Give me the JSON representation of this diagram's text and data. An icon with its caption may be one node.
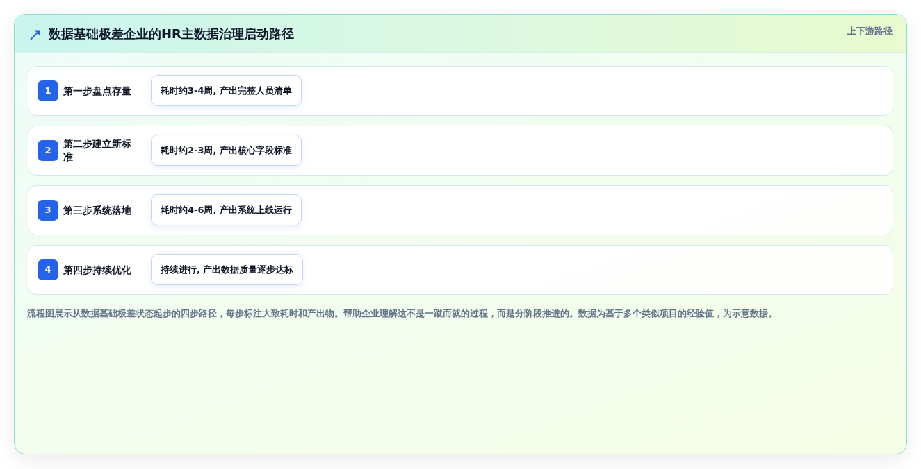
{
  "diagram": {
    "title": "数据基础极差企业的HR主数据治理启动路径",
    "caption": "流程图展示从数据基础极差状态起步的四步路径，每步标注大致耗时和产出物。帮助企业理解这不是一蹴而就的过程，而是分阶段推进的。数据为基于多个类似项目的经验值，为示意数据。",
    "nodes": [
      {
        "text": [
          "第一步盘点存量"
        ]
      },
      {
        "text": [
          "1"
        ],
        "in": 0
      },
      {
        "text": [
          "耗时约3-4周, 产出完整人员清单"
        ],
        "in": 0
      },
      {
        "text": [
          "第二步建立新标准"
        ]
      },
      {
        "text": [
          "2"
        ],
        "in": 3
      },
      {
        "text": [
          "耗时约2-3周, 产出核心字段标准"
        ],
        "in": 3
      },
      {
        "text": [
          "第三步系统落地"
        ]
      },
      {
        "text": [
          "3"
        ],
        "in": 6
      },
      {
        "text": [
          "耗时约4-6周, 产出系统上线运行"
        ],
        "in": 6
      },
      {
        "text": [
          "第四步持续优化"
        ]
      },
      {
        "text": [
          "4"
        ],
        "in": 9
      },
      {
        "text": [
          "持续进行, 产出数据质量逐步达标"
        ],
        "in": 9
      }
    ],
    "labels": [
      "上下游路径"
    ]
  }
}
